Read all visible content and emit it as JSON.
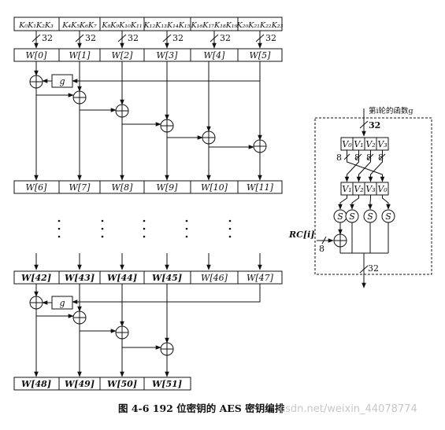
{
  "diagram": {
    "caption": "图 4-6   192 位密钥的 AES 密钥编排",
    "key_groups": [
      "K₀K₁K₂K₃",
      "K₄K₅K₆K₇",
      "K₈K₉K₁₀K₁₁",
      "K₁₂K₁₃K₁₄K₁₅",
      "K₁₆K₁₇K₁₈K₁₉",
      "K₂₀K₂₁K₂₂K₂₃"
    ],
    "bus_width": "32",
    "row_first": [
      "W[0]",
      "W[1]",
      "W[2]",
      "W[3]",
      "W[4]",
      "W[5]"
    ],
    "row_second": [
      "W[6]",
      "W[7]",
      "W[8]",
      "W[9]",
      "W[10]",
      "W[11]"
    ],
    "row_third": [
      "W[42]",
      "W[43]",
      "W[44]",
      "W[45]",
      "W[46]",
      "W[47]"
    ],
    "row_fourth": [
      "W[48]",
      "W[49]",
      "W[50]",
      "W[51]"
    ],
    "g_label": "g",
    "g_function": {
      "title": "第i轮的函数g",
      "input_width": "32",
      "output_width": "32",
      "byte_width": "8",
      "in_bytes": [
        "V₀",
        "V₁",
        "V₂",
        "V₃"
      ],
      "rot_bytes": [
        "V₁",
        "V₂",
        "V₃",
        "V₀"
      ],
      "sbox_label": "S",
      "rc_label": "RC[i]"
    },
    "watermark": "csdn.net/weixin_44078774"
  }
}
